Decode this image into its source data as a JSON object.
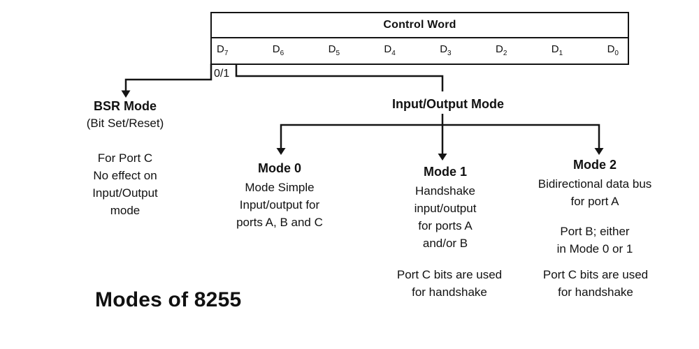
{
  "title": "Modes of 8255",
  "control_word": {
    "heading": "Control Word",
    "bit_letter": "D",
    "bit_subscripts": [
      "7",
      "6",
      "5",
      "4",
      "3",
      "2",
      "1",
      "0"
    ]
  },
  "branch_label": "0/1",
  "bsr": {
    "heading": "BSR Mode",
    "subheading": "(Bit Set/Reset)",
    "body": [
      "For Port C",
      "No effect on",
      "Input/Output",
      "mode"
    ]
  },
  "io_heading": "Input/Output Mode",
  "modes": [
    {
      "heading": "Mode 0",
      "body": [
        [
          "Mode Simple",
          "Input/output for",
          "ports A, B and C"
        ]
      ]
    },
    {
      "heading": "Mode 1",
      "body": [
        [
          "Handshake",
          "input/output",
          "for ports A",
          "and/or B"
        ]
      ]
    },
    {
      "heading": "Mode 2",
      "body": [
        [
          "Bidirectional data bus",
          "for port A"
        ],
        [
          "Port B; either",
          "in Mode 0 or 1"
        ]
      ]
    }
  ],
  "notes": [
    {
      "lines": [
        "Port C bits are used",
        "for handshake"
      ]
    },
    {
      "lines": [
        "Port C bits are used",
        "for handshake"
      ]
    }
  ],
  "colors": {
    "line": "#141414",
    "text": "#111111",
    "background": "#ffffff"
  }
}
